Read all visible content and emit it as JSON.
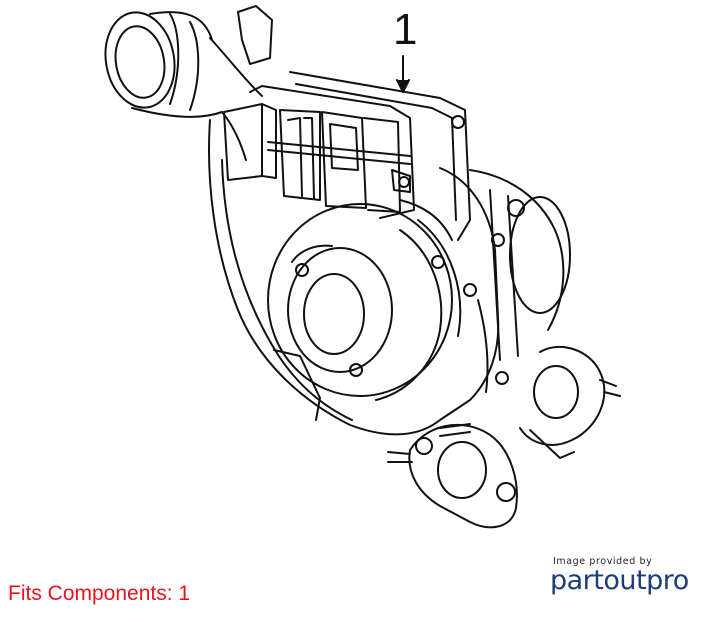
{
  "diagram": {
    "callout_number": "1"
  },
  "footer": {
    "fits_label": "Fits Components: 1",
    "fits_color": "#e8141c"
  },
  "branding": {
    "caption": "Image provided by",
    "logo_text": "partoutpro",
    "logo_color": "#1f3c7a"
  }
}
